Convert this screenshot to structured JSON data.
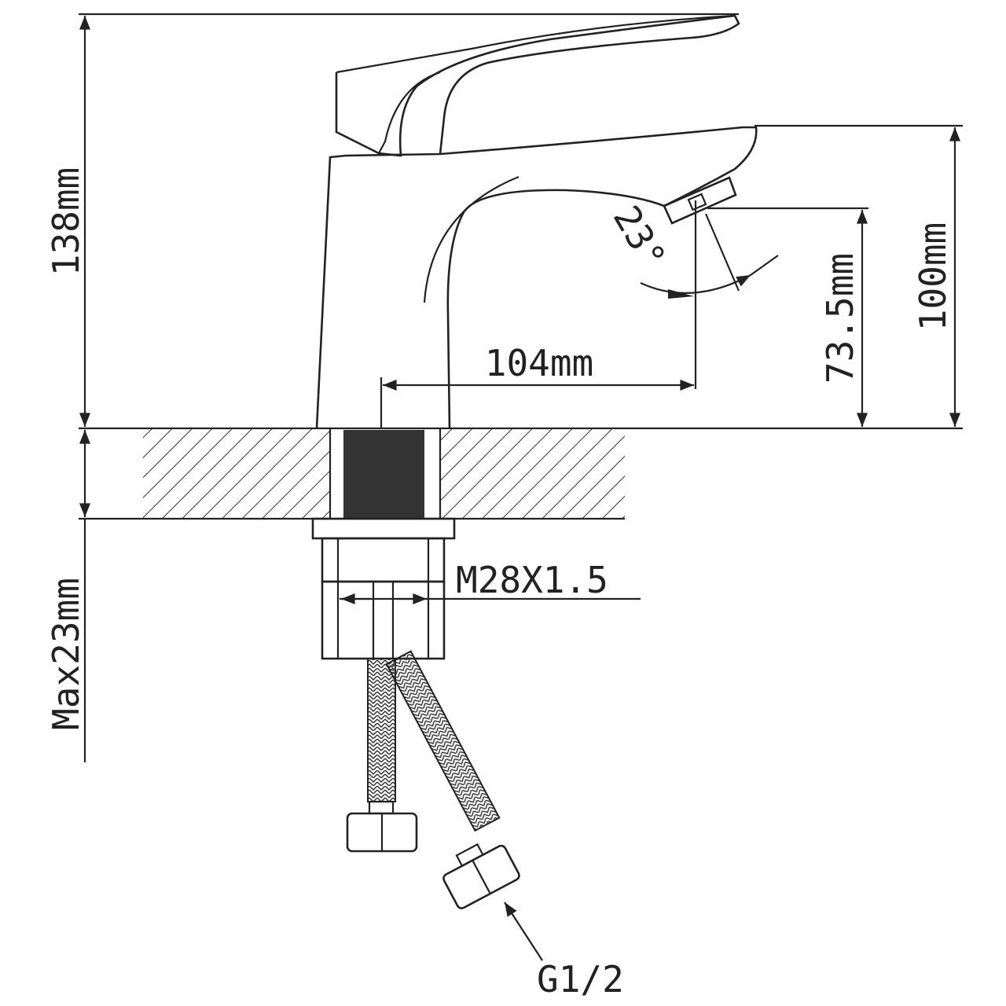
{
  "dimensions": {
    "total_height": "138mm",
    "spout_height": "100mm",
    "outlet_height": "73.5mm",
    "spout_reach": "104mm",
    "outlet_angle": "23°",
    "thread": "M28X1.5",
    "max_counter_thickness": "Max23mm",
    "hose_connection": "G1/2"
  },
  "colors": {
    "line": "#222222",
    "background": "#ffffff"
  }
}
